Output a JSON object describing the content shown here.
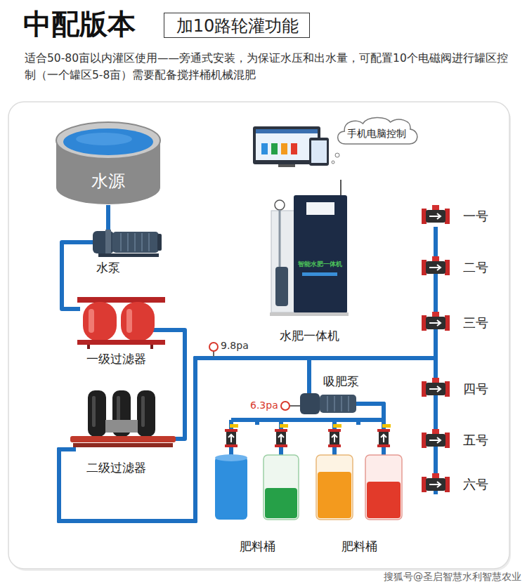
{
  "diagram": {
    "title": "中配版本",
    "nodes": [
      {
        "text": [
          "加10路轮灌功能"
        ]
      },
      {
        "text": [
          "水源"
        ]
      },
      {
        "text": [
          "水泵"
        ]
      },
      {
        "text": [
          "一级过滤器"
        ]
      },
      {
        "text": [
          "二级过滤器"
        ]
      },
      {
        "text": [
          "手机电脑控制"
        ]
      },
      {
        "text": [
          "水肥一体机"
        ]
      },
      {
        "text": [
          "吸肥泵"
        ]
      },
      {
        "text": [
          "肥料桶"
        ]
      },
      {
        "text": [
          "肥料桶"
        ]
      },
      {
        "text": [
          "一号"
        ]
      },
      {
        "text": [
          "二号"
        ]
      },
      {
        "text": [
          "三号"
        ]
      },
      {
        "text": [
          "四号"
        ]
      },
      {
        "text": [
          "五号"
        ]
      },
      {
        "text": [
          "六号"
        ]
      }
    ],
    "edges": [
      {
        "from": 1,
        "to": 2,
        "arrow": "none"
      },
      {
        "from": 2,
        "to": 3,
        "arrow": "none"
      },
      {
        "from": 3,
        "to": 4,
        "arrow": "none"
      },
      {
        "from": 4,
        "to": 10,
        "arrow": "none"
      },
      {
        "from": 4,
        "to": 11,
        "arrow": "none"
      },
      {
        "from": 4,
        "to": 12,
        "arrow": "none"
      },
      {
        "from": 4,
        "to": 13,
        "arrow": "none"
      },
      {
        "from": 4,
        "to": 14,
        "arrow": "none"
      },
      {
        "from": 4,
        "to": 15,
        "arrow": "none"
      },
      {
        "from": 4,
        "to": 7,
        "arrow": "none"
      },
      {
        "from": 7,
        "to": 8,
        "arrow": "none"
      },
      {
        "from": 7,
        "to": 9,
        "arrow": "none"
      }
    ],
    "labels": [
      "适合50-80亩以内灌区使用——旁通式安装，为保证水压和出水量，可配置10个电磁阀进行罐区控制（一个罐区5-8亩）需要配备搅拌桶机械混肥",
      "9.8pa",
      "6.3pa",
      "智能水肥一体机",
      "搜狐号@圣启智慧水利智慧农业"
    ]
  }
}
